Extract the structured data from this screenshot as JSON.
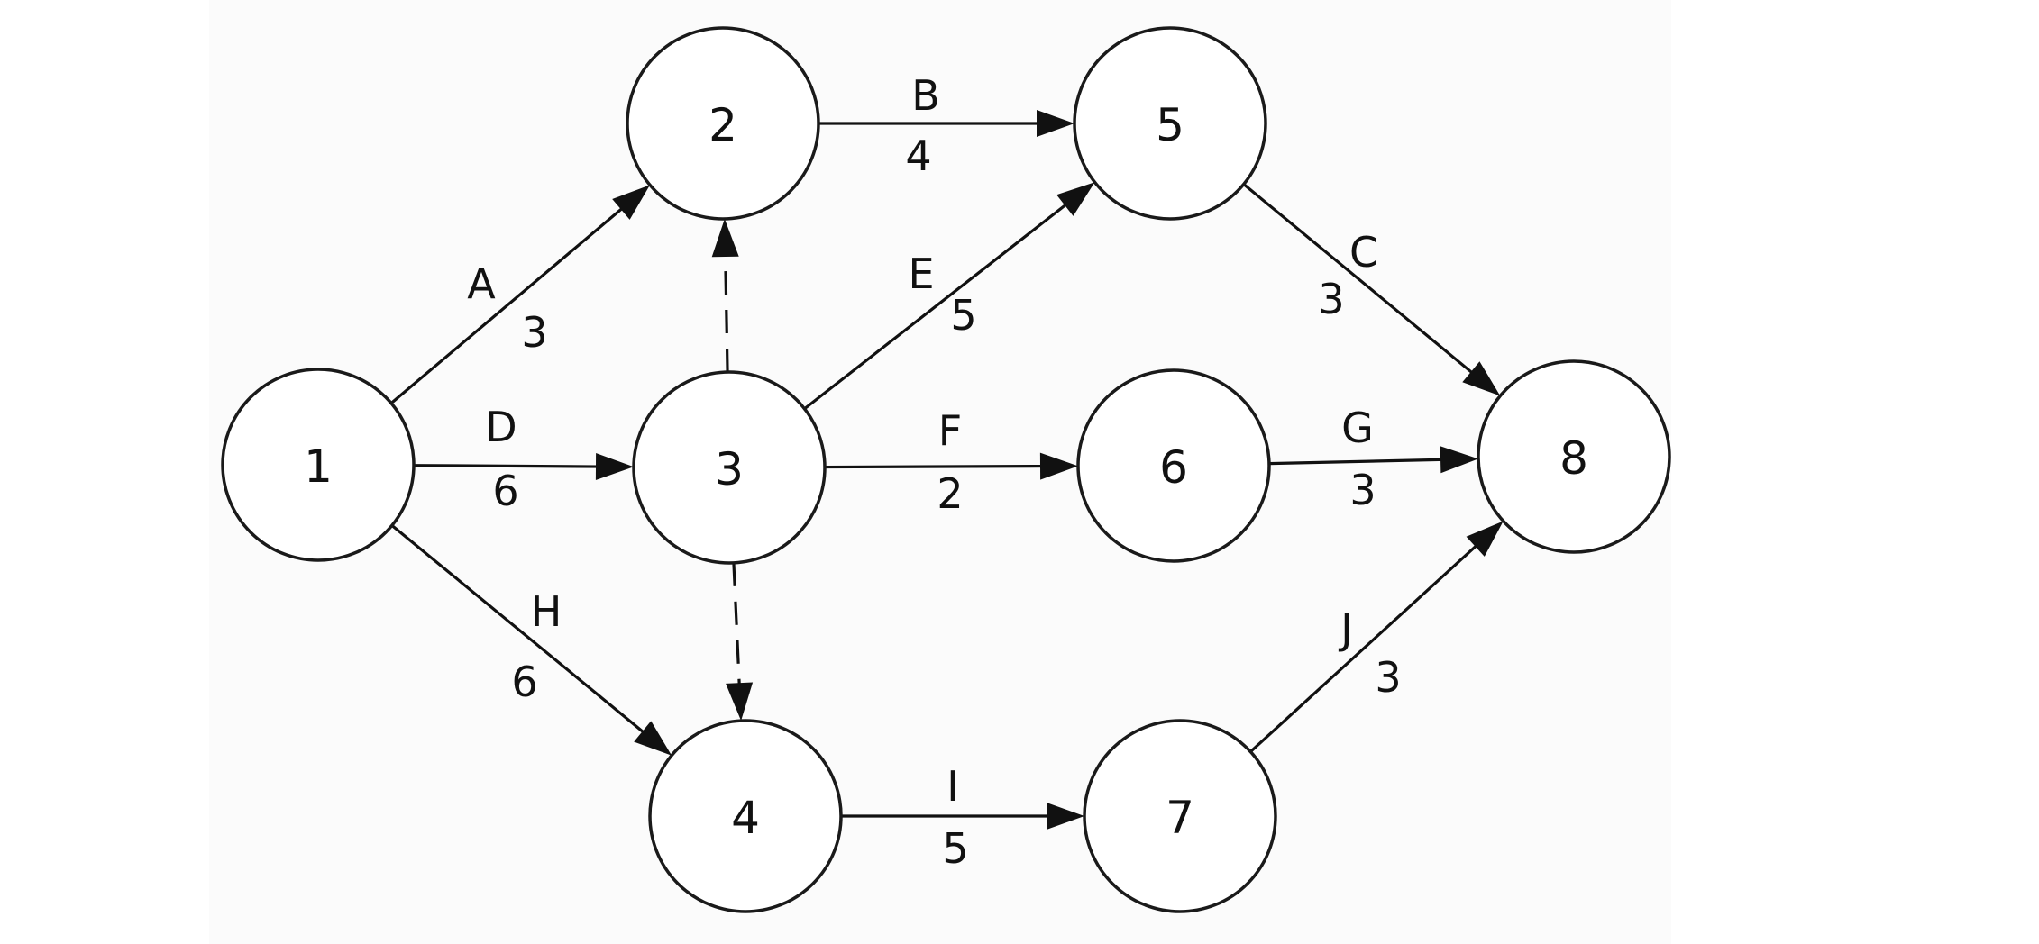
{
  "nodes": [
    {
      "id": "1",
      "label": "1"
    },
    {
      "id": "2",
      "label": "2"
    },
    {
      "id": "3",
      "label": "3"
    },
    {
      "id": "4",
      "label": "4"
    },
    {
      "id": "5",
      "label": "5"
    },
    {
      "id": "6",
      "label": "6"
    },
    {
      "id": "7",
      "label": "7"
    },
    {
      "id": "8",
      "label": "8"
    }
  ],
  "edges": [
    {
      "from": "1",
      "to": "2",
      "activity": "A",
      "duration": "3",
      "dummy": false
    },
    {
      "from": "1",
      "to": "3",
      "activity": "D",
      "duration": "6",
      "dummy": false
    },
    {
      "from": "1",
      "to": "4",
      "activity": "H",
      "duration": "6",
      "dummy": false
    },
    {
      "from": "2",
      "to": "5",
      "activity": "B",
      "duration": "4",
      "dummy": false
    },
    {
      "from": "3",
      "to": "2",
      "activity": "",
      "duration": "",
      "dummy": true
    },
    {
      "from": "3",
      "to": "5",
      "activity": "E",
      "duration": "5",
      "dummy": false
    },
    {
      "from": "3",
      "to": "6",
      "activity": "F",
      "duration": "2",
      "dummy": false
    },
    {
      "from": "3",
      "to": "4",
      "activity": "",
      "duration": "",
      "dummy": true
    },
    {
      "from": "4",
      "to": "7",
      "activity": "I",
      "duration": "5",
      "dummy": false
    },
    {
      "from": "5",
      "to": "8",
      "activity": "C",
      "duration": "3",
      "dummy": false
    },
    {
      "from": "6",
      "to": "8",
      "activity": "G",
      "duration": "3",
      "dummy": false
    },
    {
      "from": "7",
      "to": "8",
      "activity": "J",
      "duration": "3",
      "dummy": false
    }
  ]
}
